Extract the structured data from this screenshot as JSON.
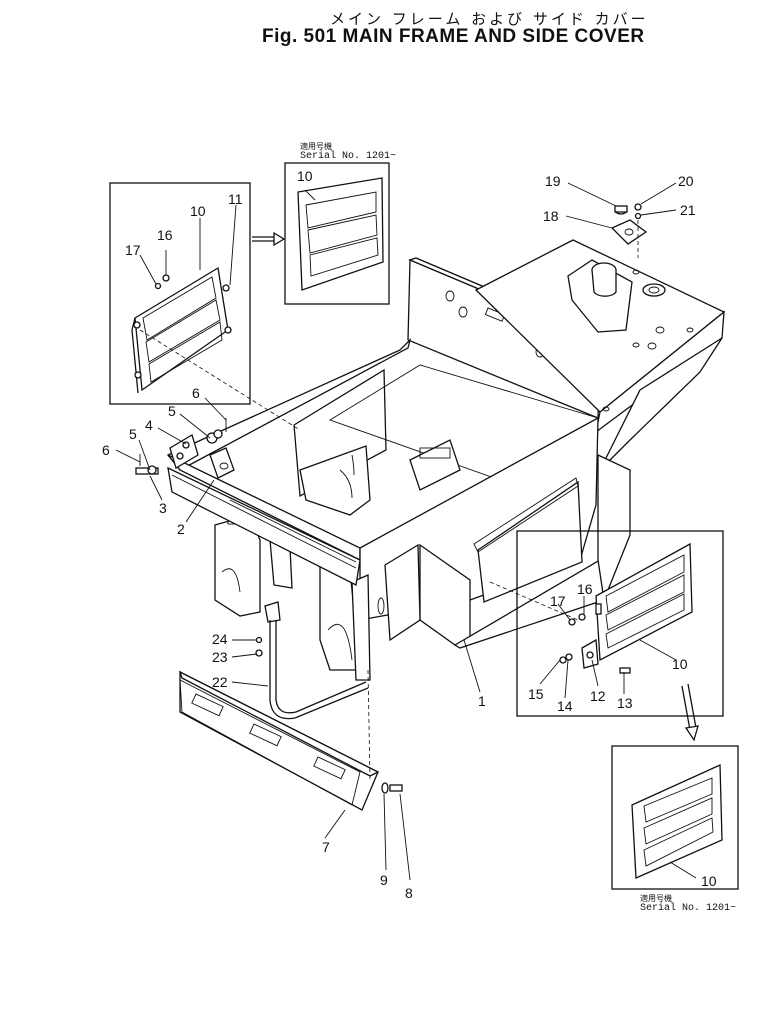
{
  "header": {
    "title_jp": "メイン フレーム および サイド カバー",
    "title_en": "Fig. 501  MAIN FRAME AND SIDE COVER"
  },
  "insets": {
    "top": {
      "serial_jp": "適用号機",
      "serial": "Serial  No.  1201~"
    },
    "bottom": {
      "serial_jp": "適用号機",
      "serial": "Serial  No.  1201~"
    }
  },
  "callouts": [
    "1",
    "2",
    "3",
    "4",
    "5",
    "5",
    "6",
    "6",
    "7",
    "8",
    "9",
    "10",
    "10",
    "10",
    "10",
    "11",
    "12",
    "13",
    "14",
    "15",
    "16",
    "16",
    "17",
    "17",
    "18",
    "19",
    "20",
    "21",
    "22",
    "23",
    "24"
  ]
}
